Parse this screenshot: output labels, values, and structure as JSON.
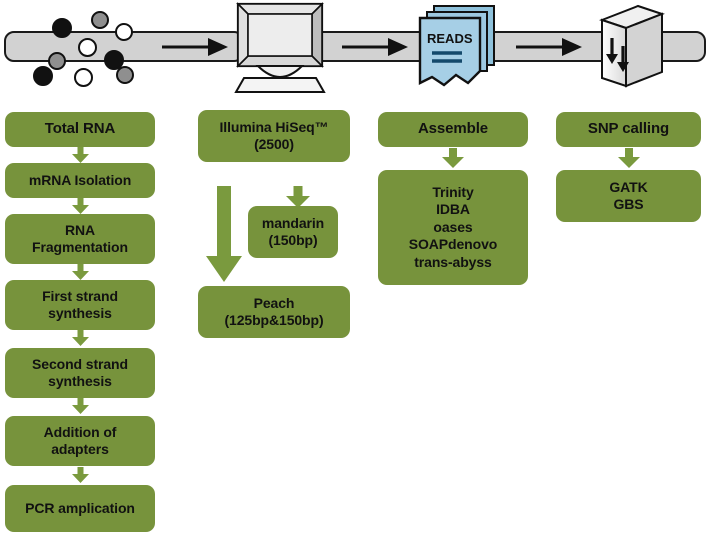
{
  "theme": {
    "node_green": "#77933c",
    "arrow_green": "#7a9a3e",
    "belt_gray": "#d2d2d2",
    "reads_blue": "#9dc8e0",
    "outline": "#111111"
  },
  "illustration": {
    "caption_reads": "READS",
    "icons": [
      {
        "name": "sample-dots",
        "label": "RNA sample particles"
      },
      {
        "name": "computer-monitor",
        "label": "Sequencer computer"
      },
      {
        "name": "reads-documents",
        "label": "READS"
      },
      {
        "name": "output-box",
        "label": "Data output box"
      }
    ],
    "belt_arrows": 3
  },
  "columns": [
    {
      "id": "library-prep",
      "header": "Total RNA",
      "nodes": [
        {
          "name": "total-rna",
          "lines": [
            "Total RNA"
          ]
        },
        {
          "name": "mrna-isolation",
          "lines": [
            "mRNA Isolation"
          ]
        },
        {
          "name": "rna-fragmentation",
          "lines": [
            "RNA",
            "Fragmentation"
          ]
        },
        {
          "name": "first-strand-synthesis",
          "lines": [
            "First strand",
            "synthesis"
          ]
        },
        {
          "name": "second-strand-synthesis",
          "lines": [
            "Second strand",
            "synthesis"
          ]
        },
        {
          "name": "addition-of-adapters",
          "lines": [
            "Addition of",
            "adapters"
          ]
        },
        {
          "name": "pcr-amplication",
          "lines": [
            "PCR amplication"
          ]
        }
      ]
    },
    {
      "id": "sequencing",
      "header": "Illumina HiSeq™",
      "nodes": [
        {
          "name": "illumina-hiseq",
          "lines": [
            "Illumina HiSeq™",
            "(2500)"
          ]
        },
        {
          "name": "mandarin",
          "lines": [
            "mandarin",
            "(150bp)"
          ]
        },
        {
          "name": "peach",
          "lines": [
            "Peach",
            "(125bp&150bp)"
          ]
        }
      ]
    },
    {
      "id": "assembly",
      "header": "Assemble",
      "nodes": [
        {
          "name": "assemble",
          "lines": [
            "Assemble"
          ]
        },
        {
          "name": "assemblers",
          "lines": [
            "Trinity",
            "IDBA",
            "oases",
            "SOAPdenovo",
            "trans-abyss"
          ]
        }
      ]
    },
    {
      "id": "snp",
      "header": "SNP calling",
      "nodes": [
        {
          "name": "snp-calling",
          "lines": [
            "SNP calling"
          ]
        },
        {
          "name": "snp-tools",
          "lines": [
            "GATK",
            "GBS"
          ]
        }
      ]
    }
  ]
}
